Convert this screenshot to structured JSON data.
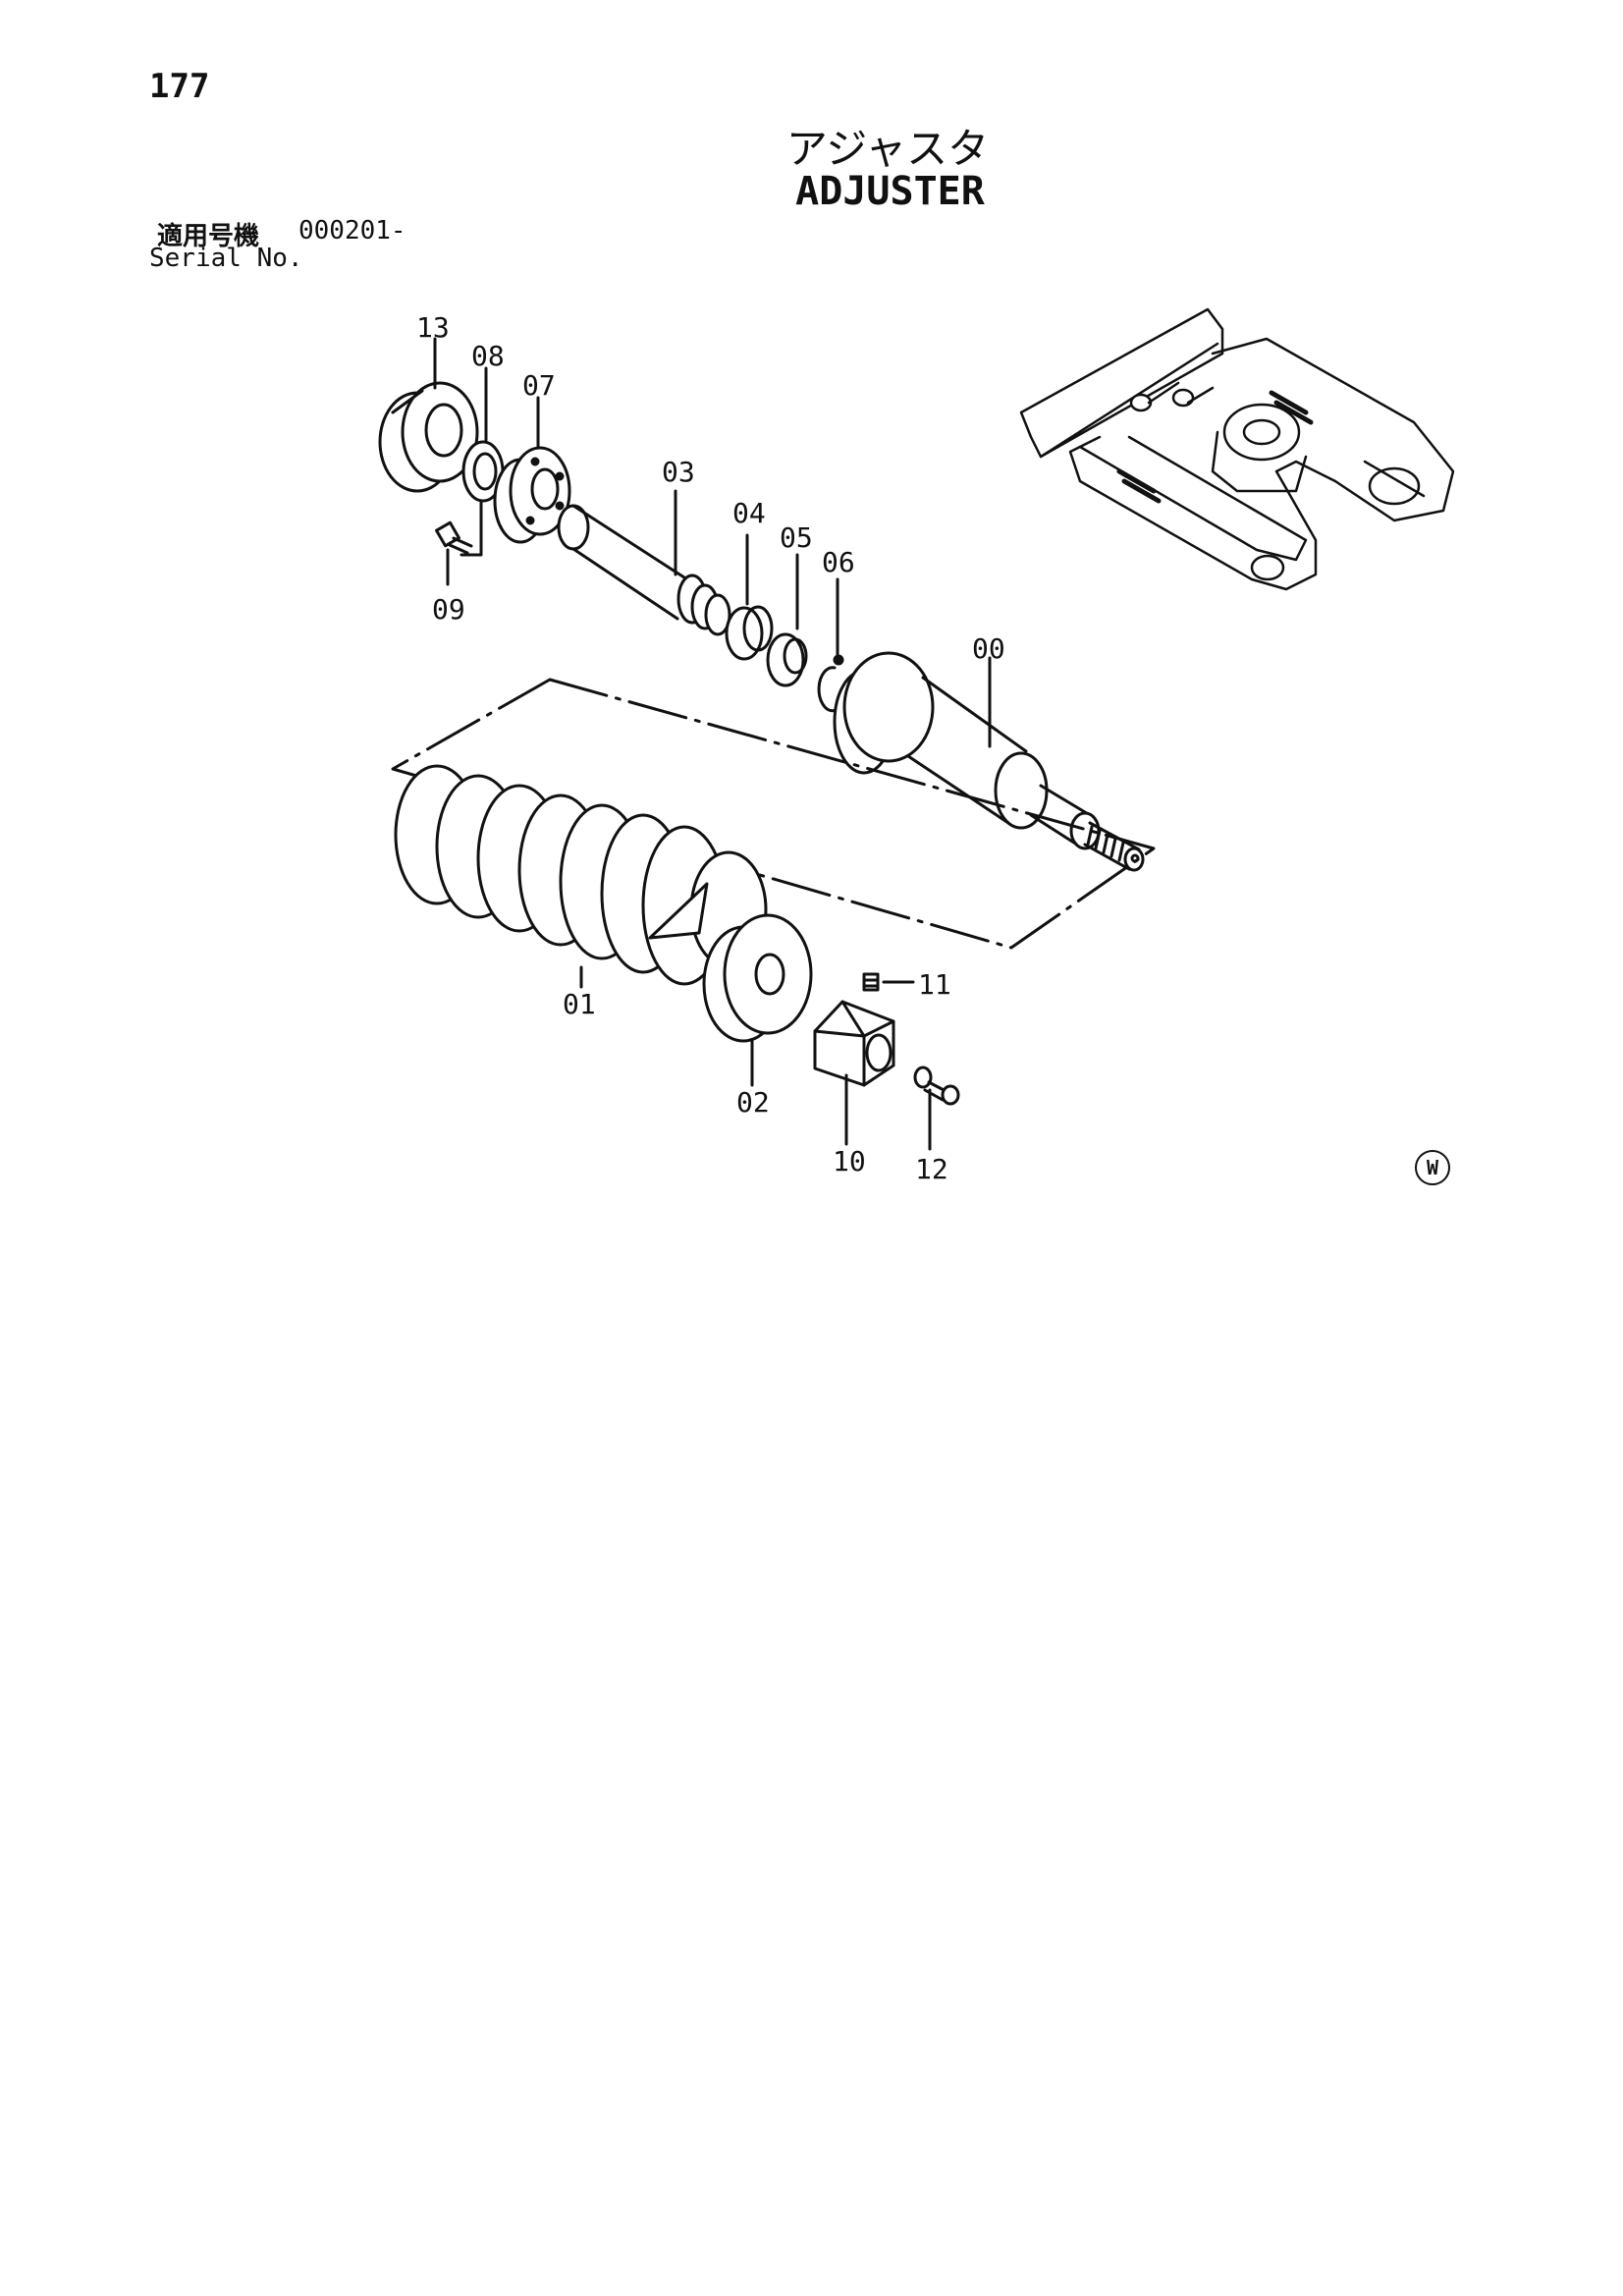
{
  "header": {
    "page_number": "177",
    "title_jp": "アジャスタ",
    "title_en": "ADJUSTER",
    "serial_label_jp": "適用号機",
    "serial_value": "000201-",
    "serial_label_en": "Serial No."
  },
  "callouts": {
    "c00": "00",
    "c01": "01",
    "c02": "02",
    "c03": "03",
    "c04": "04",
    "c05": "05",
    "c06": "06",
    "c07": "07",
    "c08": "08",
    "c09": "09",
    "c10": "10",
    "c11": "11",
    "c12": "12",
    "c13": "13"
  },
  "footer": {
    "mark": "W"
  }
}
